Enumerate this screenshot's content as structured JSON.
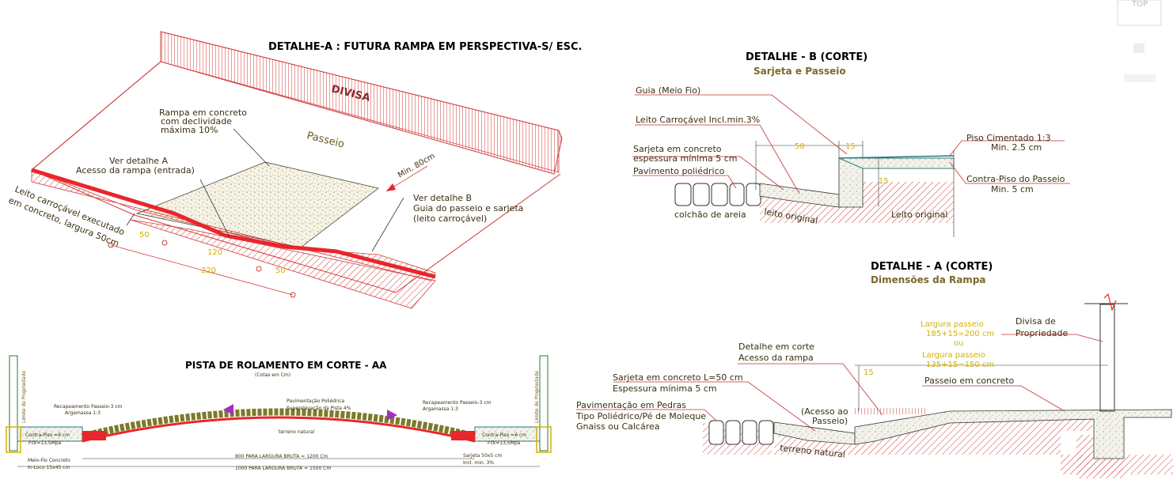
{
  "panels": {
    "perspective": {
      "title": "DETALHE-A : FUTURA  RAMPA EM PERSPECTIVA-S/ ESC.",
      "divisa": "DIVISA",
      "passeio": "Passeio",
      "rampa_note": [
        "Rampa em concreto",
        "com declividade",
        "máxima 10%"
      ],
      "ver_detalhe_a": [
        "Ver detalhe A",
        "Acesso da rampa (entrada)"
      ],
      "ver_detalhe_b": [
        "Ver detalhe B",
        "Guia do passeio e sarjeta",
        "(leito carroçável)"
      ],
      "leito": [
        "Leito carroçável executado",
        "em concreto, largura 50cm"
      ],
      "min_80": "Min. 80cm",
      "dims": [
        "50",
        "120",
        "220",
        "50"
      ]
    },
    "corte_b": {
      "title": "DETALHE - B (CORTE)",
      "subtitle": "Sarjeta e Passeio",
      "labels": {
        "guia": "Guia (Meio Fio)",
        "leito": "Leito Carroçável Incl.min.3%",
        "sarjeta": [
          "Sarjeta em concreto",
          "espessura mínima 5 cm"
        ],
        "pavimento": "Pavimento poliédrico",
        "piso": [
          "Piso Cimentado 1:3",
          "Min. 2.5 cm"
        ],
        "contra": [
          "Contra-Piso do Passeio",
          "Min. 5 cm"
        ],
        "colchao": "colchão de areia",
        "leito_orig1": "leito original",
        "leito_orig2": "Leito original"
      },
      "dims": [
        "50",
        "15",
        "15"
      ]
    },
    "corte_a": {
      "title": "DETALHE - A (CORTE)",
      "subtitle": "Dimensões da Rampa",
      "labels": {
        "largura1": [
          "Largura passeio",
          "185+15=200 cm"
        ],
        "ou": "ou",
        "largura2": [
          "Largura passeio",
          "135+15=150 cm"
        ],
        "divisa": [
          "Divisa de",
          "Propriedade"
        ],
        "detalhe_corte": [
          "Detalhe em corte",
          "Acesso da rampa"
        ],
        "sarjeta": [
          "Sarjeta em concreto L=50 cm",
          "Espessura mínima 5 cm"
        ],
        "passeio": "Passeio em concreto",
        "pavimentacao": [
          "Pavimentação em Pedras",
          "Tipo Poliédrico/Pé de Moleque",
          "Gnaiss ou Calcárea"
        ],
        "acesso": [
          "(Acesso ao",
          "Passeio)"
        ],
        "terreno": "terreno natural"
      },
      "dims": [
        "15"
      ]
    },
    "pista": {
      "title": "PISTA DE ROLAMENTO EM CORTE - AA",
      "subtitle": "(Cotas em Cm)",
      "limite_left": "Limite de Propriedade",
      "limite_right": "Limite de Propriedade",
      "left_labels": [
        "Recapeamento Passeio-3 cm",
        "Argamassa 1:3",
        "Contra-Piso =6 cm",
        "Fck=13,5Mpa"
      ],
      "right_labels": [
        "Recapeamento Passeio-3 cm",
        "Argamassa 1:3",
        "Contra-Piso =6 cm",
        "Fck=13,5Mpa"
      ],
      "center_labels": [
        "Pavimentação Poliédrica",
        "Superelevação da Pista 4%"
      ],
      "terreno": "terreno natural",
      "meio_fio": [
        "Meio-Fio Concreto",
        "In-Loco 15x45 cm"
      ],
      "sarjeta": [
        "Sarjeta 50x5 cm",
        "Incl. min. 3%"
      ],
      "dim1": "800 PARA LARGURA BRUTA = 1200 Cm",
      "dim2": "1000 PARA LARGURA BRUTA = 1500 Cm"
    }
  },
  "ui": {
    "top_button": "TOP"
  },
  "colors": {
    "red": "#e8262b",
    "hatch": "#d23a3a",
    "dim": "#d4b000",
    "gravel_bg": "#f2efe2",
    "pavement": "#f1e3c5",
    "arrow_purple": "#a030c0",
    "leader": "#c23030"
  }
}
